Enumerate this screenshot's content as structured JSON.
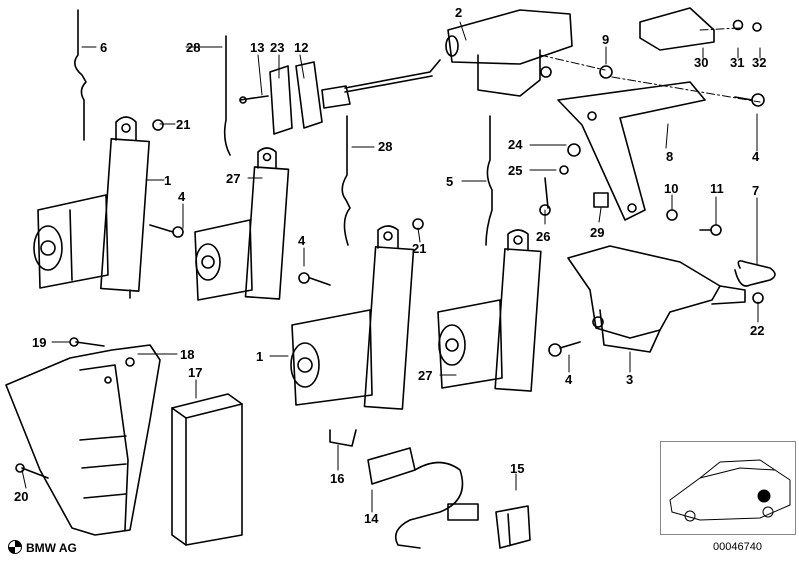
{
  "callouts": [
    {
      "id": "c2",
      "text": "2"
    },
    {
      "id": "c6",
      "text": "6"
    },
    {
      "id": "c28a",
      "text": "28"
    },
    {
      "id": "c13",
      "text": "13"
    },
    {
      "id": "c23",
      "text": "23"
    },
    {
      "id": "c12",
      "text": "12"
    },
    {
      "id": "c9",
      "text": "9"
    },
    {
      "id": "c30",
      "text": "30"
    },
    {
      "id": "c31",
      "text": "31"
    },
    {
      "id": "c32",
      "text": "32"
    },
    {
      "id": "c21a",
      "text": "21"
    },
    {
      "id": "c28b",
      "text": "28"
    },
    {
      "id": "c24",
      "text": "24"
    },
    {
      "id": "c8",
      "text": "8"
    },
    {
      "id": "c4a",
      "text": "4"
    },
    {
      "id": "c1a",
      "text": "1"
    },
    {
      "id": "c27a",
      "text": "27"
    },
    {
      "id": "c5",
      "text": "5"
    },
    {
      "id": "c25",
      "text": "25"
    },
    {
      "id": "c10",
      "text": "10"
    },
    {
      "id": "c11",
      "text": "11"
    },
    {
      "id": "c7",
      "text": "7"
    },
    {
      "id": "c4b",
      "text": "4"
    },
    {
      "id": "c26",
      "text": "26"
    },
    {
      "id": "c29",
      "text": "29"
    },
    {
      "id": "c4c",
      "text": "4"
    },
    {
      "id": "c21b",
      "text": "21"
    },
    {
      "id": "c22",
      "text": "22"
    },
    {
      "id": "c19",
      "text": "19"
    },
    {
      "id": "c18",
      "text": "18"
    },
    {
      "id": "c1b",
      "text": "1"
    },
    {
      "id": "c17",
      "text": "17"
    },
    {
      "id": "c27b",
      "text": "27"
    },
    {
      "id": "c4d",
      "text": "4"
    },
    {
      "id": "c3",
      "text": "3"
    },
    {
      "id": "c16",
      "text": "16"
    },
    {
      "id": "c15",
      "text": "15"
    },
    {
      "id": "c20",
      "text": "20"
    },
    {
      "id": "c14",
      "text": "14"
    }
  ],
  "brand": "BMW AG",
  "doc_number": "00046740"
}
